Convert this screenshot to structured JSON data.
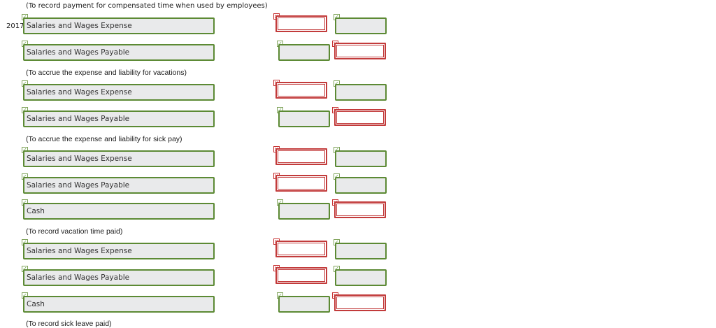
{
  "year": "2017",
  "notes": {
    "compensated": "(To record payment for compensated time when used by employees)",
    "vacations": "(To accrue the expense and liability for vacations)",
    "sick_pay": "(To accrue the expense and liability for sick pay)",
    "vacation_paid": "(To record vacation time paid)",
    "sick_leave_paid": "(To record sick leave paid)"
  },
  "accounts": {
    "r1": "Salaries and Wages Expense",
    "r2": "Salaries and Wages Payable",
    "r3": "Salaries and Wages Expense",
    "r4": "Salaries and Wages Payable",
    "r5": "Salaries and Wages Expense",
    "r6": "Salaries and Wages Payable",
    "r7": "Cash",
    "r8": "Salaries and Wages Expense",
    "r9": "Salaries and Wages Payable",
    "r10": "Cash"
  },
  "marks": {
    "correct": "✓",
    "incorrect": "×"
  }
}
